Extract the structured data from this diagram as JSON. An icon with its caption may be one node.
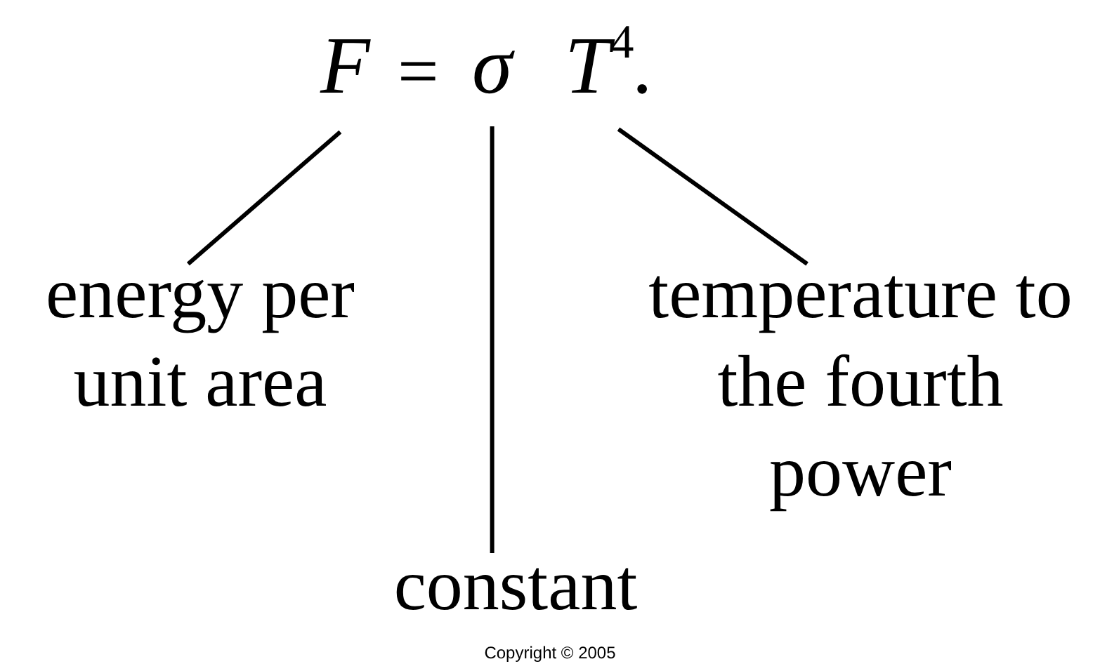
{
  "diagram": {
    "nodes": [
      {
        "text": [
          "F"
        ]
      },
      {
        "text": [
          "σ"
        ]
      },
      {
        "text": [
          "T$^{4}$."
        ]
      },
      {
        "text": [
          "energy per unit area"
        ]
      },
      {
        "text": [
          "constant"
        ]
      },
      {
        "text": [
          "temperature to the fourth power"
        ]
      }
    ],
    "edges": [
      {
        "from": 3,
        "to": 0,
        "arrow": "none"
      },
      {
        "from": 4,
        "to": 1,
        "arrow": "none"
      },
      {
        "from": 5,
        "to": 2,
        "arrow": "none"
      }
    ],
    "labels": [
      "=",
      "Copyright © 2005"
    ]
  }
}
